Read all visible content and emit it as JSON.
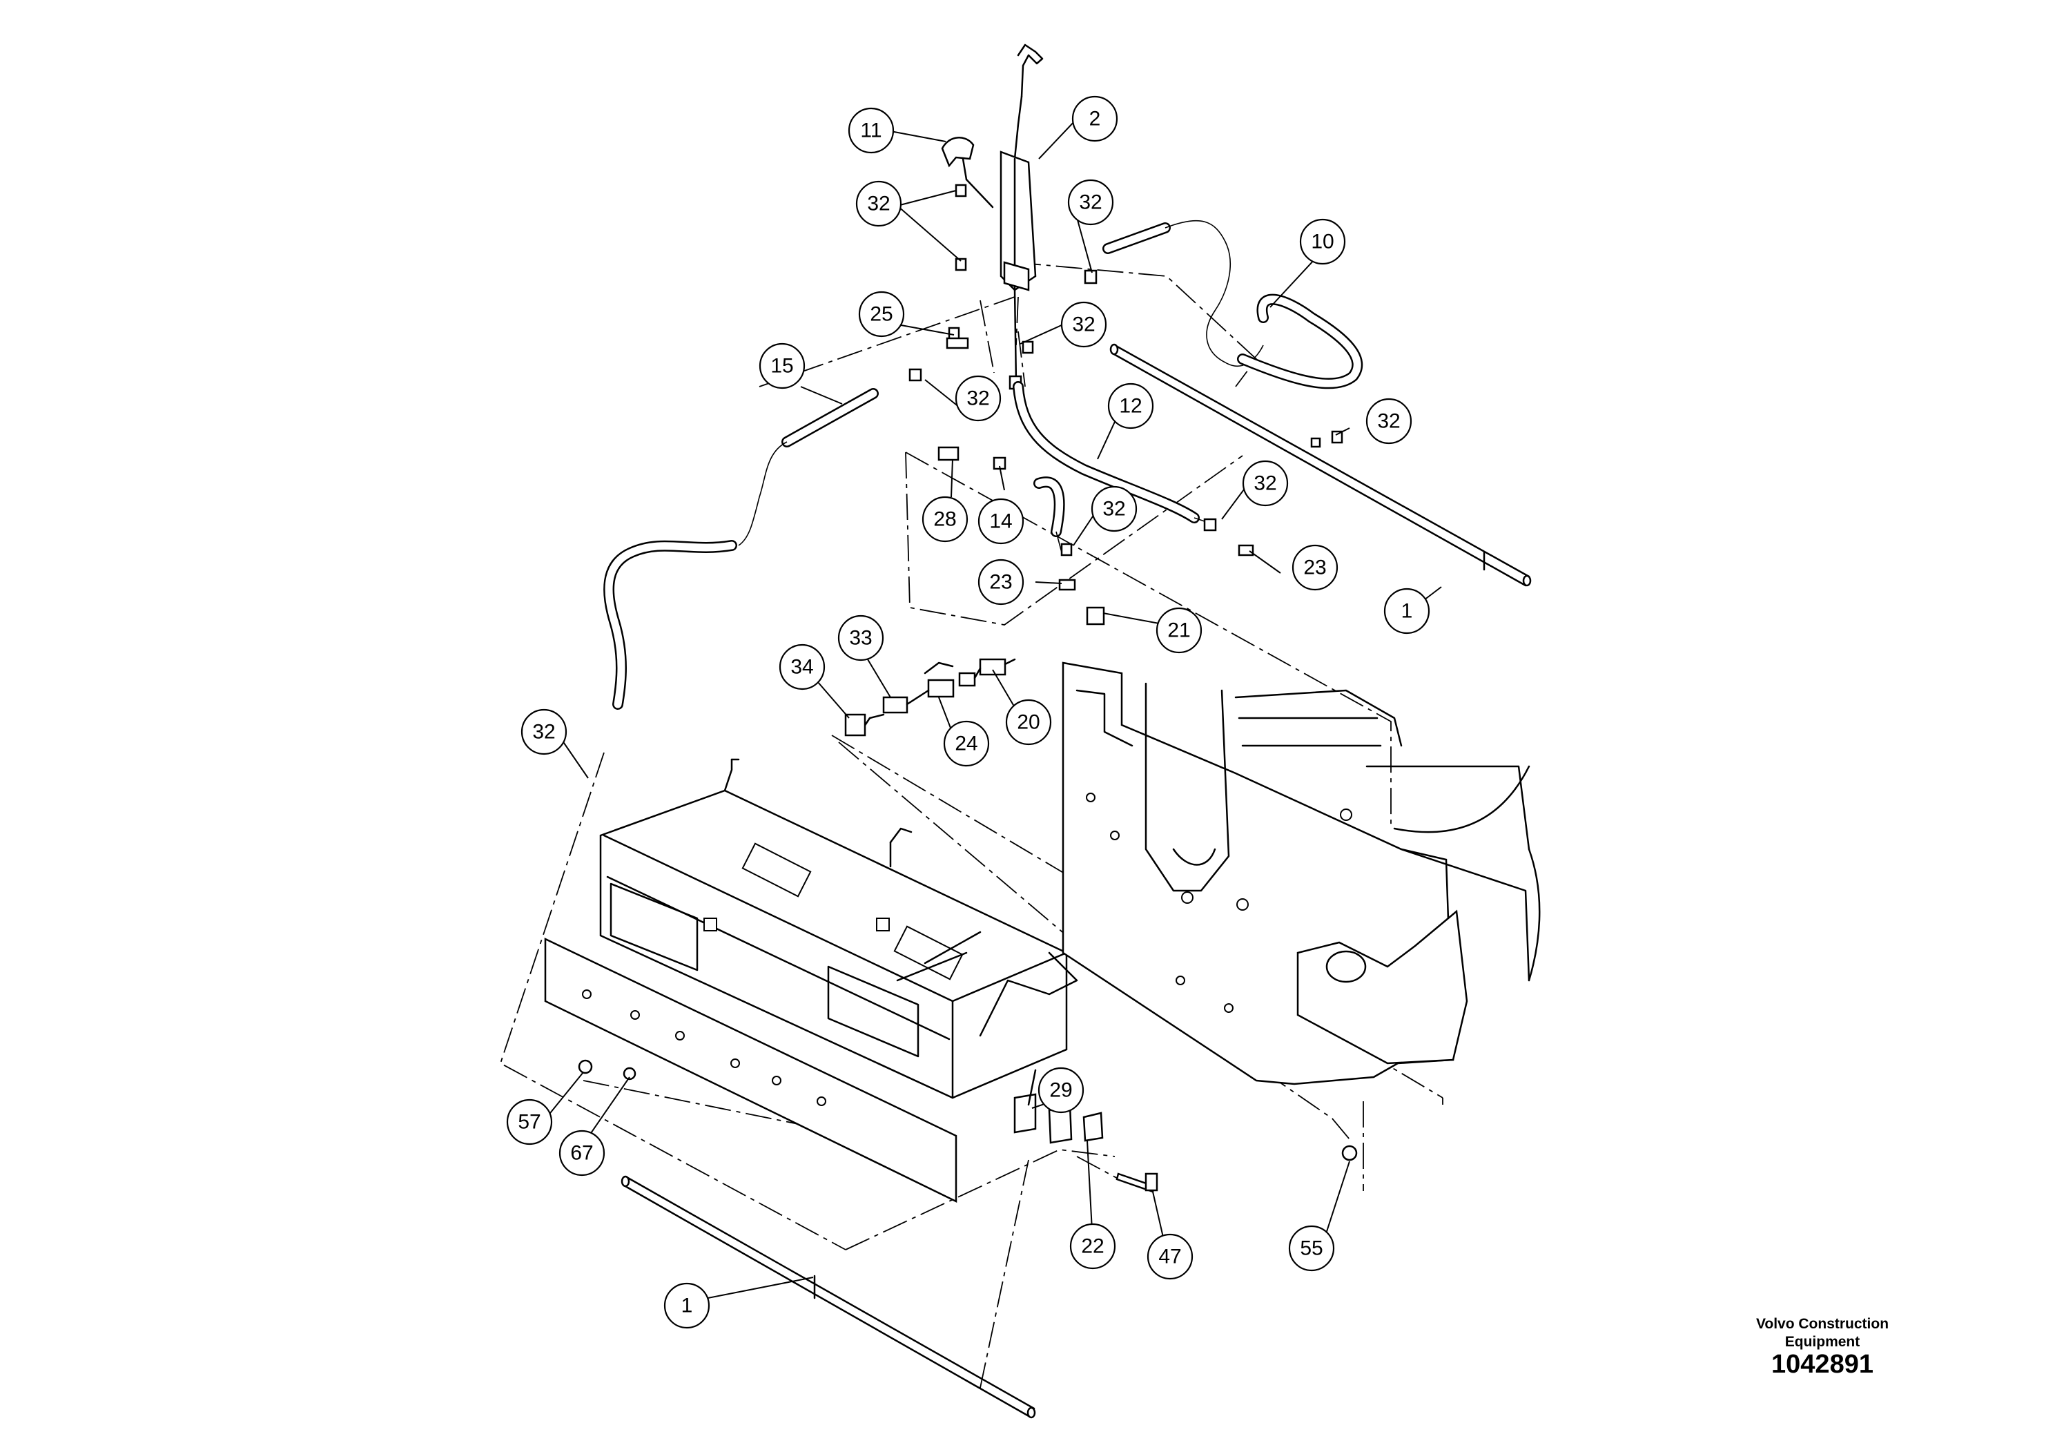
{
  "callouts": [
    {
      "label": "11"
    },
    {
      "label": "2"
    },
    {
      "label": "32"
    },
    {
      "label": "32"
    },
    {
      "label": "10"
    },
    {
      "label": "25"
    },
    {
      "label": "32"
    },
    {
      "label": "15"
    },
    {
      "label": "32"
    },
    {
      "label": "12"
    },
    {
      "label": "32"
    },
    {
      "label": "32"
    },
    {
      "label": "28"
    },
    {
      "label": "14"
    },
    {
      "label": "32"
    },
    {
      "label": "23"
    },
    {
      "label": "23"
    },
    {
      "label": "1"
    },
    {
      "label": "21"
    },
    {
      "label": "33"
    },
    {
      "label": "34"
    },
    {
      "label": "20"
    },
    {
      "label": "24"
    },
    {
      "label": "32"
    },
    {
      "label": "29"
    },
    {
      "label": "57"
    },
    {
      "label": "67"
    },
    {
      "label": "22"
    },
    {
      "label": "47"
    },
    {
      "label": "55"
    },
    {
      "label": "1"
    }
  ],
  "footer": {
    "company_line1": "Volvo Construction",
    "company_line2": "Equipment",
    "drawing_number": "1042891"
  }
}
